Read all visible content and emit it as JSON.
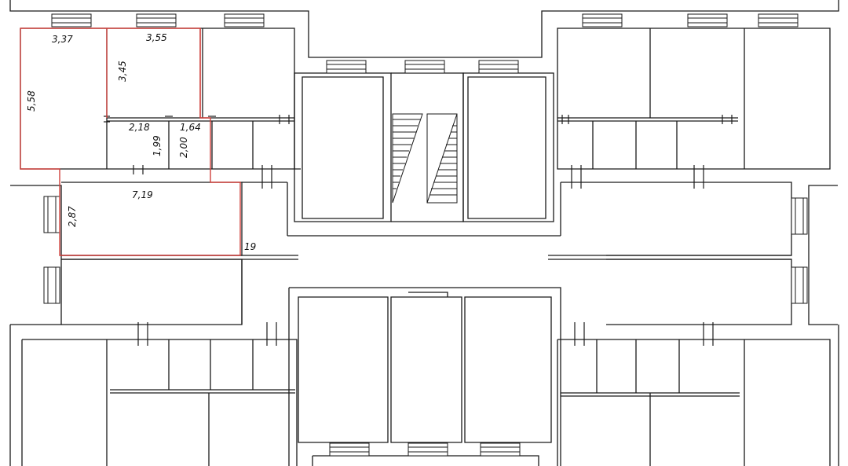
{
  "colors": {
    "wall": "#1a1a1a",
    "highlight": "#d0413d",
    "background": "#ffffff"
  },
  "dimensions": {
    "room1_width": "3,37",
    "room2_width": "3,55",
    "room1_length": "5,58",
    "room2_length": "3,45",
    "bath_width": "2,18",
    "wc_width": "1,64",
    "bath_length": "1,99",
    "wc_length": "2,00",
    "hall_width": "7,19",
    "hall_depth": "2,87",
    "partial_label": "19"
  }
}
